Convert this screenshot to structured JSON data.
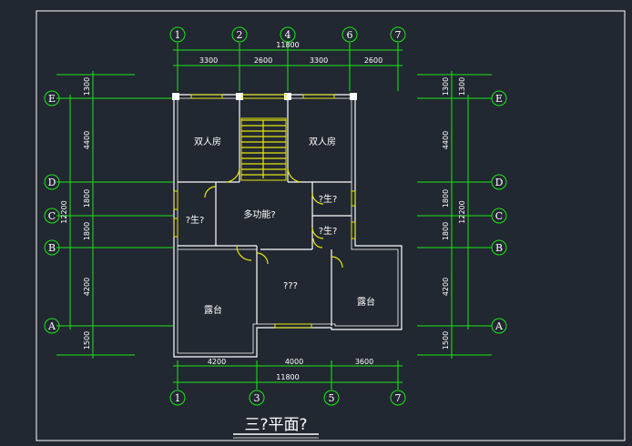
{
  "plan": {
    "title": "三?平面?",
    "top_axes": [
      "1",
      "2",
      "4",
      "6",
      "7"
    ],
    "top_dims": [
      "3300",
      "2600",
      "3300",
      "2600"
    ],
    "top_total": "11800",
    "bottom_axes": [
      "1",
      "3",
      "5",
      "7"
    ],
    "bottom_dims": [
      "4200",
      "4000",
      "3600"
    ],
    "bottom_total": "11800",
    "row_axes": [
      "E",
      "D",
      "C",
      "B",
      "A"
    ],
    "left_dims": [
      "1300",
      "4400",
      "1800",
      "1800",
      "4200",
      "1500"
    ],
    "left_total": "12200",
    "right_dims": [
      "1300",
      "1300",
      "4400",
      "1800",
      "1800",
      "4200",
      "1500"
    ],
    "right_total": "12200",
    "rooms": {
      "double_room_left": "双人房",
      "double_room_right": "双人房",
      "multi_function": "多功能?",
      "bath_left": "?生?",
      "bath_right_upper": "?生?",
      "bath_right_lower": "?生?",
      "unknown_room": "???",
      "terrace_left": "露台",
      "terrace_right": "露台"
    }
  }
}
